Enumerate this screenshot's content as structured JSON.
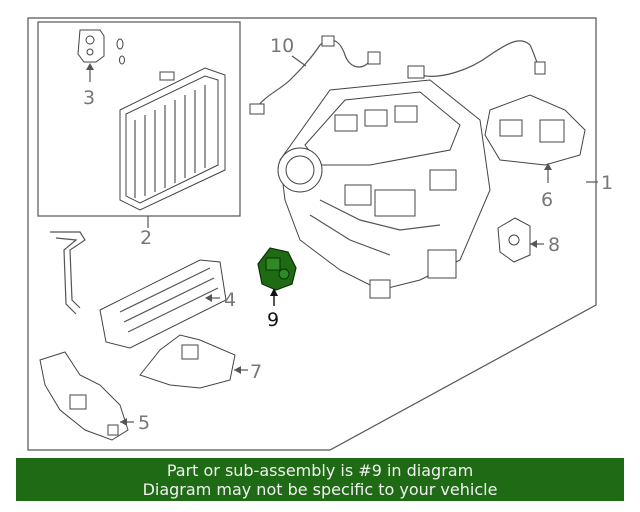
{
  "diagram": {
    "callouts": [
      "1",
      "2",
      "3",
      "4",
      "5",
      "6",
      "7",
      "8",
      "9",
      "10"
    ],
    "highlight_callout": "9",
    "highlight_color": "#1e6b14",
    "line_color": "#555555"
  },
  "banner": {
    "line1": "Part or sub-assembly is #9 in diagram",
    "line2": "Diagram may not be specific to your vehicle",
    "background": "#1f6a14"
  }
}
